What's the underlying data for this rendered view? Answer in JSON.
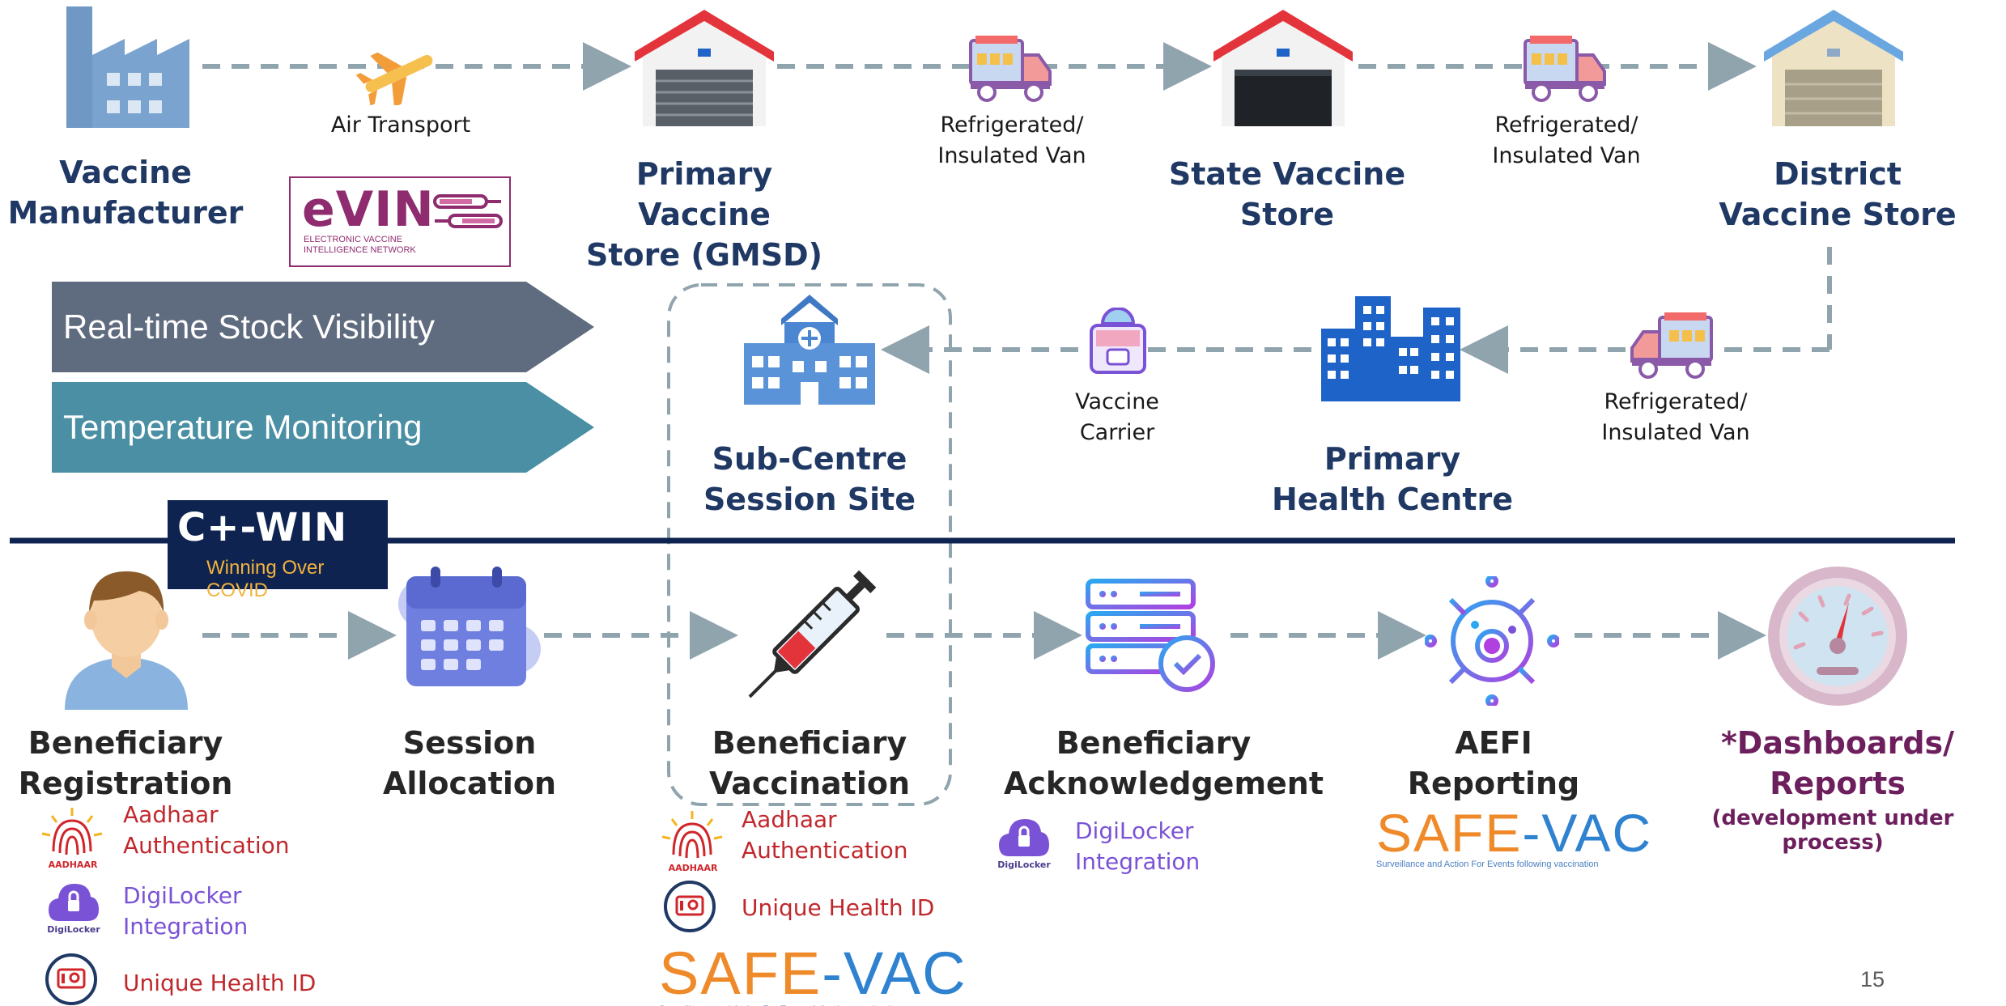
{
  "top_row": {
    "manufacturer": {
      "line1": "Vaccine",
      "line2": "Manufacturer"
    },
    "air_transport": "Air Transport",
    "primary_store": {
      "line1": "Primary Vaccine",
      "line2": "Store (GMSD)"
    },
    "van1": {
      "line1": "Refrigerated/",
      "line2": "Insulated Van"
    },
    "state_store": {
      "line1": "State Vaccine",
      "line2": "Store"
    },
    "van2": {
      "line1": "Refrigerated/",
      "line2": "Insulated Van"
    },
    "district_store": {
      "line1": "District",
      "line2": "Vaccine Store"
    }
  },
  "evin": {
    "brand": "eVIN",
    "tagline_1": "ELECTRONIC VACCINE",
    "tagline_2": "INTELLIGENCE NETWORK"
  },
  "banners": {
    "stock": "Real-time Stock Visibility",
    "temperature": "Temperature Monitoring"
  },
  "middle_row": {
    "sub_centre": {
      "line1": "Sub-Centre",
      "line2": "Session Site"
    },
    "carrier": {
      "line1": "Vaccine",
      "line2": "Carrier"
    },
    "phc": {
      "line1": "Primary",
      "line2": "Health Centre"
    },
    "van3": {
      "line1": "Refrigerated/",
      "line2": "Insulated Van"
    }
  },
  "cowin": {
    "brand": "C+-WIN",
    "tagline": "Winning Over COVID"
  },
  "bottom_row": {
    "registration": {
      "line1": "Beneficiary",
      "line2": "Registration"
    },
    "allocation": {
      "line1": "Session",
      "line2": "Allocation"
    },
    "vaccination": {
      "line1": "Beneficiary",
      "line2": "Vaccination"
    },
    "acknowledgement": {
      "line1": "Beneficiary",
      "line2": "Acknowledgement"
    },
    "aefi": {
      "line1": "AEFI",
      "line2": "Reporting"
    },
    "dashboards": {
      "line1": "*Dashboards/",
      "line2": "Reports",
      "note": "(development under process)"
    }
  },
  "integrations": {
    "reg_aadhaar": {
      "line1": "Aadhaar",
      "line2": "Authentication"
    },
    "reg_digilocker": {
      "line1": "DigiLocker",
      "line2": "Integration"
    },
    "reg_uhid": "Unique Health ID",
    "vac_aadhaar": {
      "line1": "Aadhaar",
      "line2": "Authentication"
    },
    "vac_uhid": "Unique Health ID",
    "ack_digilocker": {
      "line1": "DigiLocker",
      "line2": "Integration"
    },
    "aadhaar_logo_text": "AADHAAR",
    "digilocker_logo_text": "DigiLocker"
  },
  "safevac": {
    "part1": "SAFE",
    "part2": "-VAC",
    "tagline": "Surveillance and Action For Events following vaccination"
  },
  "page_number": "15",
  "colors": {
    "navy": "#1f3864",
    "slate_banner": "#5f6b7e",
    "teal_banner": "#4a8fa3",
    "plum": "#6d1f5d",
    "arrow": "#90a4ae",
    "aadhaar_red": "#c0282d",
    "digilocker_violet": "#7a52d6",
    "building_blue": "#1e63c8"
  }
}
